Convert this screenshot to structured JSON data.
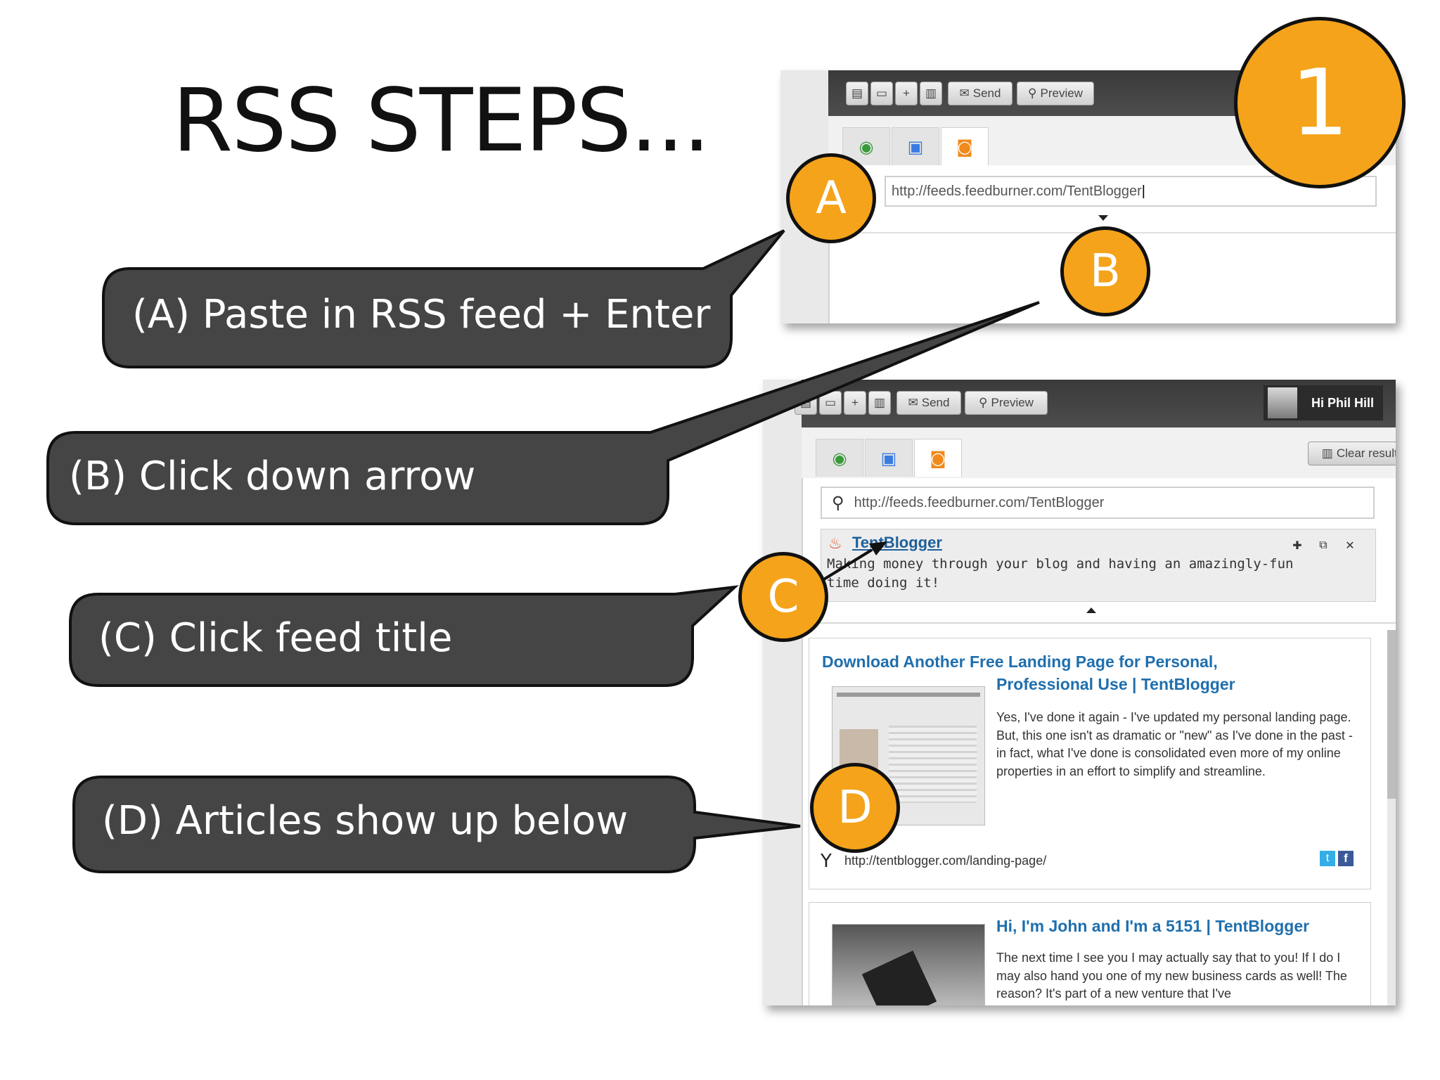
{
  "slide_title": "RSS STEPS...",
  "step_number": "1",
  "badges": {
    "a": "A",
    "b": "B",
    "c": "C",
    "d": "D"
  },
  "callouts": {
    "a": "(A) Paste in RSS feed + Enter",
    "b": "(B) Click down arrow",
    "c": "(C) Click feed title",
    "d": "(D) Articles show up below"
  },
  "toolbar": {
    "send_label": "Send",
    "preview_label": "Preview"
  },
  "top_shot": {
    "url_value": "http://feeds.feedburner.com/TentBlogger"
  },
  "bottom_shot": {
    "user_greeting": "Hi Phil Hill",
    "clear_results_label": "Clear results",
    "search_value": "http://feeds.feedburner.com/TentBlogger",
    "feed_title": "TentBlogger",
    "feed_description": "Making money through your blog and having an amazingly-fun time doing it!",
    "articles": [
      {
        "title_line1": "Download Another Free Landing Page for Personal,",
        "title_line2": "Professional Use | TentBlogger",
        "body": "Yes, I've done it again - I've updated my personal landing page. But, this one isn't as dramatic or \"new\" as I've done in the past - in fact, what I've done is consolidated even more of my online properties in an effort to simplify and streamline.",
        "link": "http://tentblogger.com/landing-page/"
      },
      {
        "title": "Hi, I'm John and I'm a 5151 | TentBlogger",
        "body": "The next time I see you I may actually say that to you! If I do I may also hand you one of my new business cards as well! The reason? It's part of a new venture that I've"
      }
    ]
  },
  "colors": {
    "badge_orange": "#f5a31a",
    "callout_gray": "#454545",
    "link_blue": "#1f6fae"
  }
}
